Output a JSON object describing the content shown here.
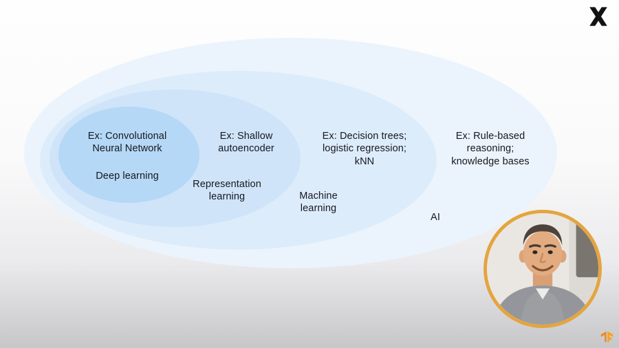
{
  "diagram": {
    "deep_learning": {
      "label": "Deep learning",
      "example": "Ex: Convolutional\nNeural Network"
    },
    "representation_learning": {
      "label": "Representation\nlearning",
      "example": "Ex: Shallow\nautoencoder"
    },
    "machine_learning": {
      "label": "Machine\nlearning",
      "example": "Ex: Decision trees;\nlogistic regression;\nkNN"
    },
    "ai": {
      "label": "AI",
      "example": "Ex: Rule-based\nreasoning;\nknowledge bases"
    }
  },
  "colors": {
    "ring_ai": "#ebf4fd",
    "ring_machine_learning": "#ddecfb",
    "ring_representation_learning": "#cfe4f9",
    "ring_deep_learning": "#b4d8f5",
    "webcam_border": "#e4a53e",
    "brand_logo": "#121212",
    "watermark_logo": "#f6a11e",
    "text": "#17171e"
  },
  "icons": {
    "brand": "x-logo",
    "watermark": "tensorflow-logo",
    "overlay": "presenter-webcam"
  }
}
